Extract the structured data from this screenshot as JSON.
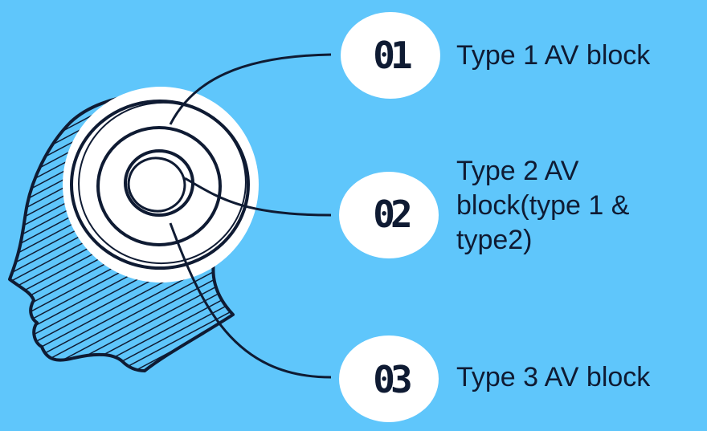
{
  "items": [
    {
      "number": "01",
      "label": "Type 1 AV block"
    },
    {
      "number": "02",
      "label": "Type 2 AV block(type 1 & type2)"
    },
    {
      "number": "03",
      "label": "Type 3 AV block"
    }
  ],
  "colors": {
    "background": "#5fc6fb",
    "ink": "#0f1b33",
    "badge": "#ffffff"
  },
  "icons": {
    "head": "head-with-target-icon"
  }
}
